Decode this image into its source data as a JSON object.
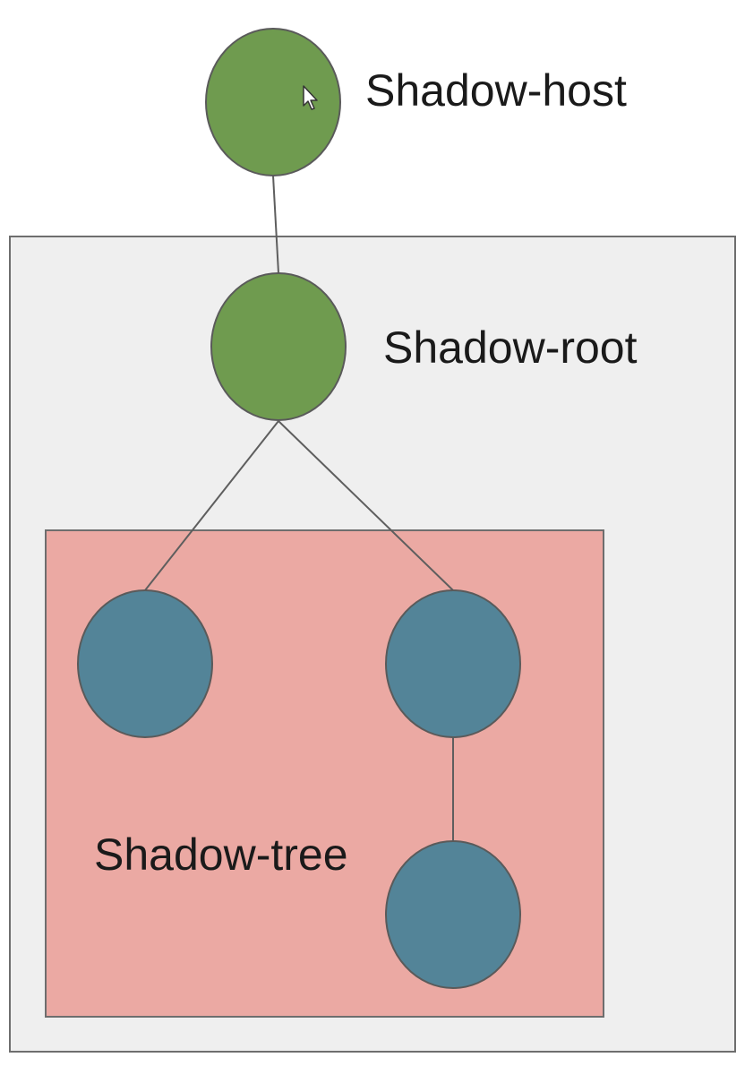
{
  "labels": {
    "host": "Shadow-host",
    "root": "Shadow-root",
    "tree": "Shadow-tree"
  },
  "colors": {
    "background": "#ffffff",
    "outer_box_fill": "#efefef",
    "outer_box_stroke": "#6e6e6e",
    "tree_box_fill": "#eba9a3",
    "tree_box_stroke": "#6e6e6e",
    "host_node_fill": "#6f9b4f",
    "root_node_fill": "#6f9b4f",
    "tree_node_fill": "#538498",
    "node_stroke": "#5a5a5a",
    "edge_stroke": "#5e5e5e",
    "text": "#1a1a1a"
  },
  "nodes": [
    {
      "id": "host",
      "group": "host"
    },
    {
      "id": "root",
      "group": "root"
    },
    {
      "id": "child-left",
      "group": "tree"
    },
    {
      "id": "child-right",
      "group": "tree"
    },
    {
      "id": "grandchild",
      "group": "tree"
    }
  ],
  "edges": [
    {
      "from": "host",
      "to": "root"
    },
    {
      "from": "root",
      "to": "child-left"
    },
    {
      "from": "root",
      "to": "child-right"
    },
    {
      "from": "child-right",
      "to": "grandchild"
    }
  ],
  "icons": {
    "cursor": "mouse-pointer-icon"
  }
}
